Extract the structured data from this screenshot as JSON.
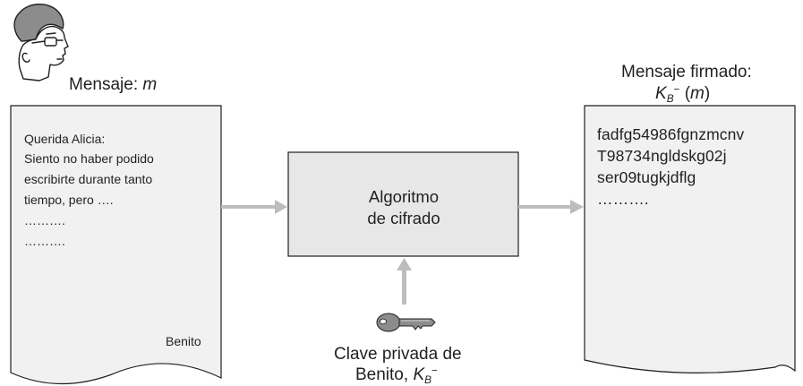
{
  "sender": {
    "message_prefix": "Mensaje: ",
    "message_var": "m",
    "avatar_icon": "man-with-glasses-icon"
  },
  "letter": {
    "lines": [
      "Querida Alicia:",
      "Siento no haber podido",
      "escribirte durante tanto",
      "tiempo, pero ….",
      "……….",
      "………."
    ],
    "signature": "Benito"
  },
  "algorithm": {
    "line1": "Algoritmo",
    "line2": "de cifrado"
  },
  "key": {
    "icon": "key-icon",
    "line1": "Clave privada de",
    "line2_prefix": "Benito, ",
    "symbol": "K",
    "subscript": "B",
    "superscript": "−"
  },
  "signed": {
    "title": "Mensaje firmado:",
    "symbol": "K",
    "subscript": "B",
    "superscript": "−",
    "arg_open": " (",
    "arg_var": "m",
    "arg_close": ")",
    "lines": [
      "fadfg54986fgnzmcnv",
      "T98734ngldskg02j",
      "ser09tugkjdflg",
      "………."
    ]
  },
  "colors": {
    "stroke": "#231f20",
    "paper_fill": "#f1f1f1",
    "box_fill": "#e7e7e7",
    "arrow": "#bdbdbd",
    "key_fill": "#8c8c8c"
  }
}
